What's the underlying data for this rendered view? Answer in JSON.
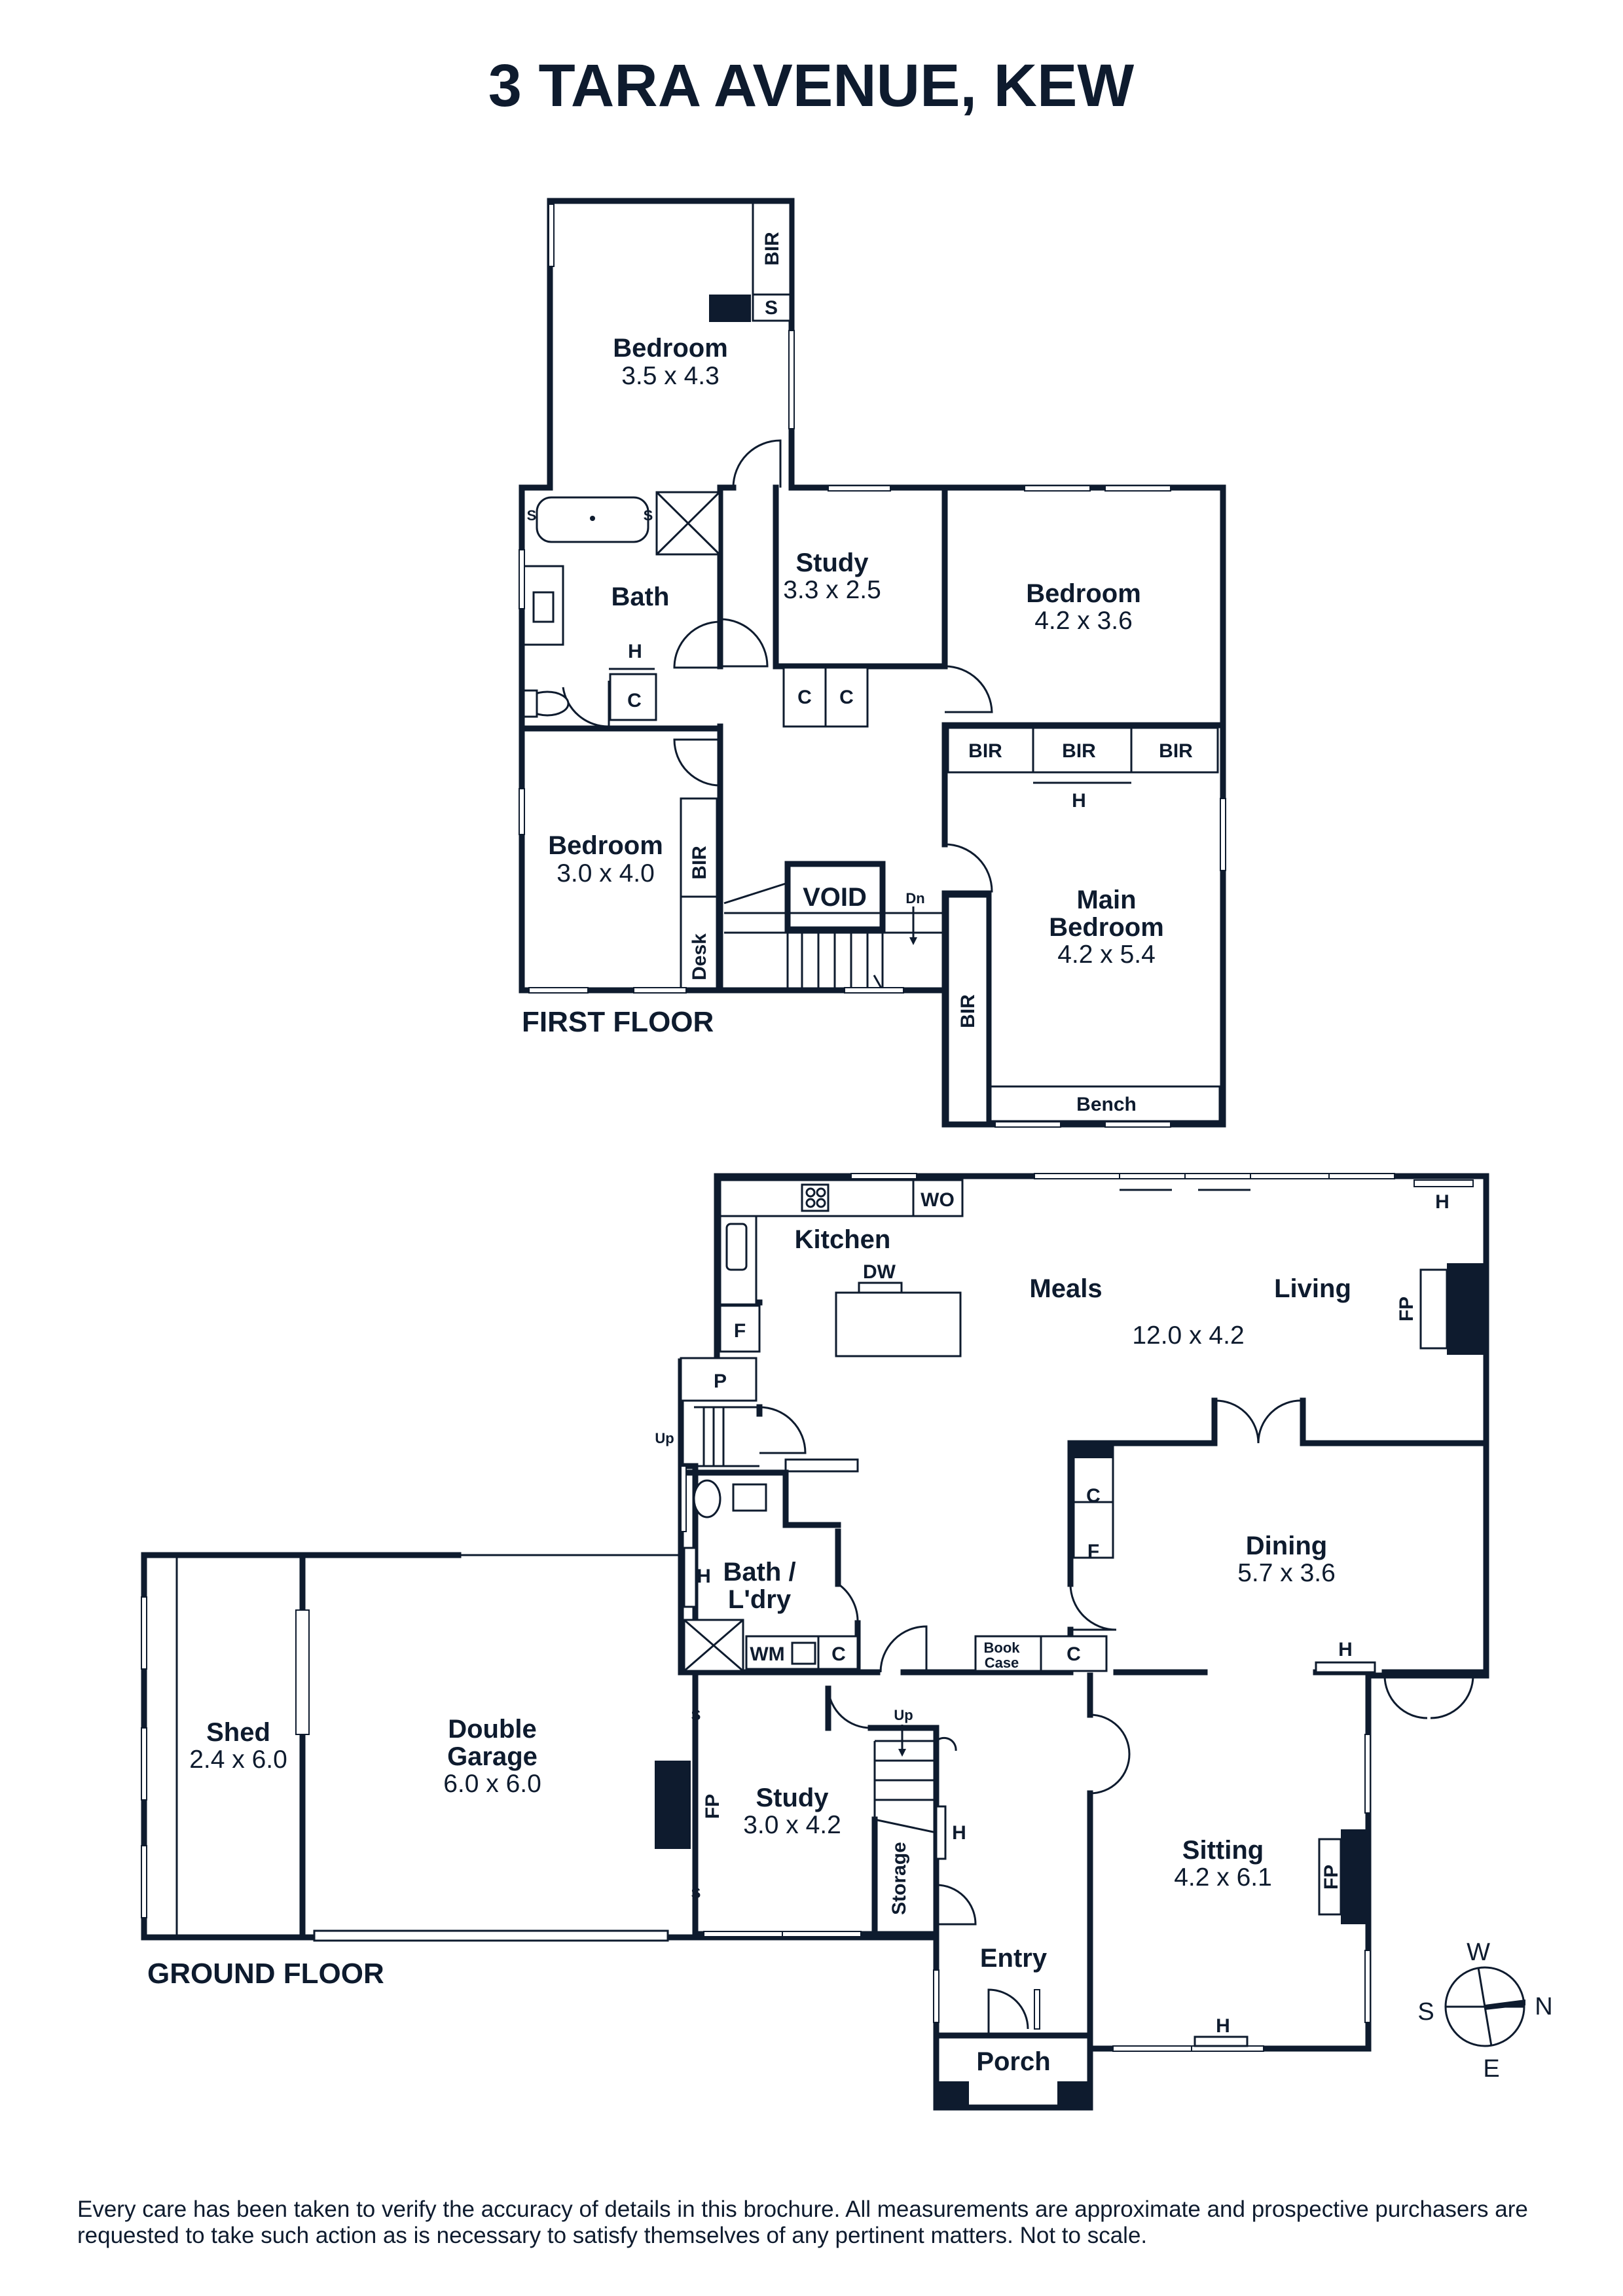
{
  "title": "3 TARA AVENUE, KEW",
  "floors": {
    "first": "FIRST FLOOR",
    "ground": "GROUND FLOOR"
  },
  "rooms": {
    "bed_top": {
      "name": "Bedroom",
      "dim": "3.5 x 4.3"
    },
    "bath_first": {
      "name": "Bath"
    },
    "study_first": {
      "name": "Study",
      "dim": "3.3 x 2.5"
    },
    "bed_right": {
      "name": "Bedroom",
      "dim": "4.2 x 3.6"
    },
    "bed_left": {
      "name": "Bedroom",
      "dim": "3.0 x 4.0"
    },
    "void": {
      "name": "VOID"
    },
    "main_bed": {
      "name1": "Main",
      "name2": "Bedroom",
      "dim": "4.2 x 5.4"
    },
    "kitchen": {
      "name": "Kitchen"
    },
    "meals": {
      "name": "Meals"
    },
    "living": {
      "name": "Living",
      "dim": "12.0 x 4.2"
    },
    "dining": {
      "name": "Dining",
      "dim": "5.7 x 3.6"
    },
    "bath_ldry": {
      "name1": "Bath /",
      "name2": "L'dry"
    },
    "shed": {
      "name": "Shed",
      "dim": "2.4 x 6.0"
    },
    "garage": {
      "name1": "Double",
      "name2": "Garage",
      "dim": "6.0 x 6.0"
    },
    "study_ground": {
      "name": "Study",
      "dim": "3.0 x 4.2"
    },
    "sitting": {
      "name": "Sitting",
      "dim": "4.2 x 6.1"
    },
    "entry": {
      "name": "Entry"
    },
    "porch": {
      "name": "Porch"
    }
  },
  "fixtures": {
    "bir": "BIR",
    "s": "S",
    "h": "H",
    "c": "C",
    "desk": "Desk",
    "dn": "Dn",
    "bench": "Bench",
    "wo": "WO",
    "dw": "DW",
    "f": "F",
    "p": "P",
    "up": "Up",
    "fp": "FP",
    "wm": "WM",
    "book1": "Book",
    "book2": "Case",
    "storage": "Storage"
  },
  "compass": {
    "w": "W",
    "n": "N",
    "s": "S",
    "e": "E"
  },
  "disclaimer": "Every care has been taken to verify the accuracy of details in this brochure. All measurements are approximate and prospective purchasers are requested to take such action as is necessary to satisfy themselves of any pertinent matters. Not to scale."
}
